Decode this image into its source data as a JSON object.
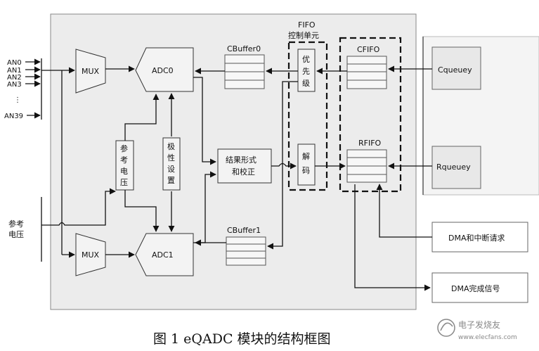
{
  "inputs": {
    "an0": "AN0",
    "an1": "AN1",
    "an2": "AN2",
    "an3": "AN3",
    "dots": "⋮",
    "an39": "AN39",
    "ref_voltage_line1": "参考",
    "ref_voltage_line2": "电压"
  },
  "blocks": {
    "mux_top": "MUX",
    "mux_bottom": "MUX",
    "adc0": "ADC0",
    "adc1": "ADC1",
    "ref_voltage_vertical": [
      "参",
      "考",
      "电",
      "压"
    ],
    "polarity_vertical": [
      "极",
      "性",
      "设",
      "置"
    ],
    "result_format_line1": "结果形式",
    "result_format_line2": "和校正",
    "cbuffer0": "CBuffer0",
    "cbuffer1": "CBuffer1"
  },
  "fifo_ctrl": {
    "title_line1": "FIFO",
    "title_line2": "控制单元",
    "priority_vertical": [
      "优",
      "先",
      "级"
    ],
    "decode_vertical": [
      "解",
      "码"
    ]
  },
  "fifos": {
    "cfifo": "CFIFO",
    "rfifo": "RFIFO"
  },
  "queues": {
    "cqueue": "Cqueuey",
    "rqueue": "Rqueuey"
  },
  "outputs": {
    "dma_int": "DMA和中断请求",
    "dma_done": "DMA完成信号"
  },
  "caption": "图 1  eQADC 模块的结构框图",
  "watermark": "电子发烧友",
  "watermark_url": "www.elecfans.com"
}
